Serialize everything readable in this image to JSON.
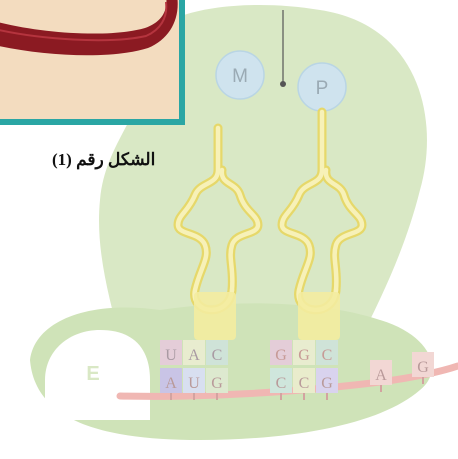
{
  "figure": {
    "caption": "الشكل رقم (1)",
    "sites": {
      "exit": "E"
    },
    "amino_acids": {
      "left": "M",
      "right": "P"
    },
    "anticodons": {
      "left": [
        "U",
        "A",
        "C"
      ],
      "right": [
        "G",
        "G",
        "C"
      ]
    },
    "mrna_bases": [
      "A",
      "U",
      "G",
      "C",
      "C",
      "G",
      "A",
      "G"
    ]
  },
  "colors": {
    "ribosome": "#d9e8c5",
    "ribosome_dark": "#c7dcae",
    "trna": "#f3eca0",
    "trna_outline": "#e6d86a",
    "amino_acid": "#cfe3ee",
    "mrna": "#f0b7b3",
    "inset_border": "#2aa6a4",
    "inset_fill": "#f3dcbf",
    "inset_band": "#8b1a22"
  }
}
